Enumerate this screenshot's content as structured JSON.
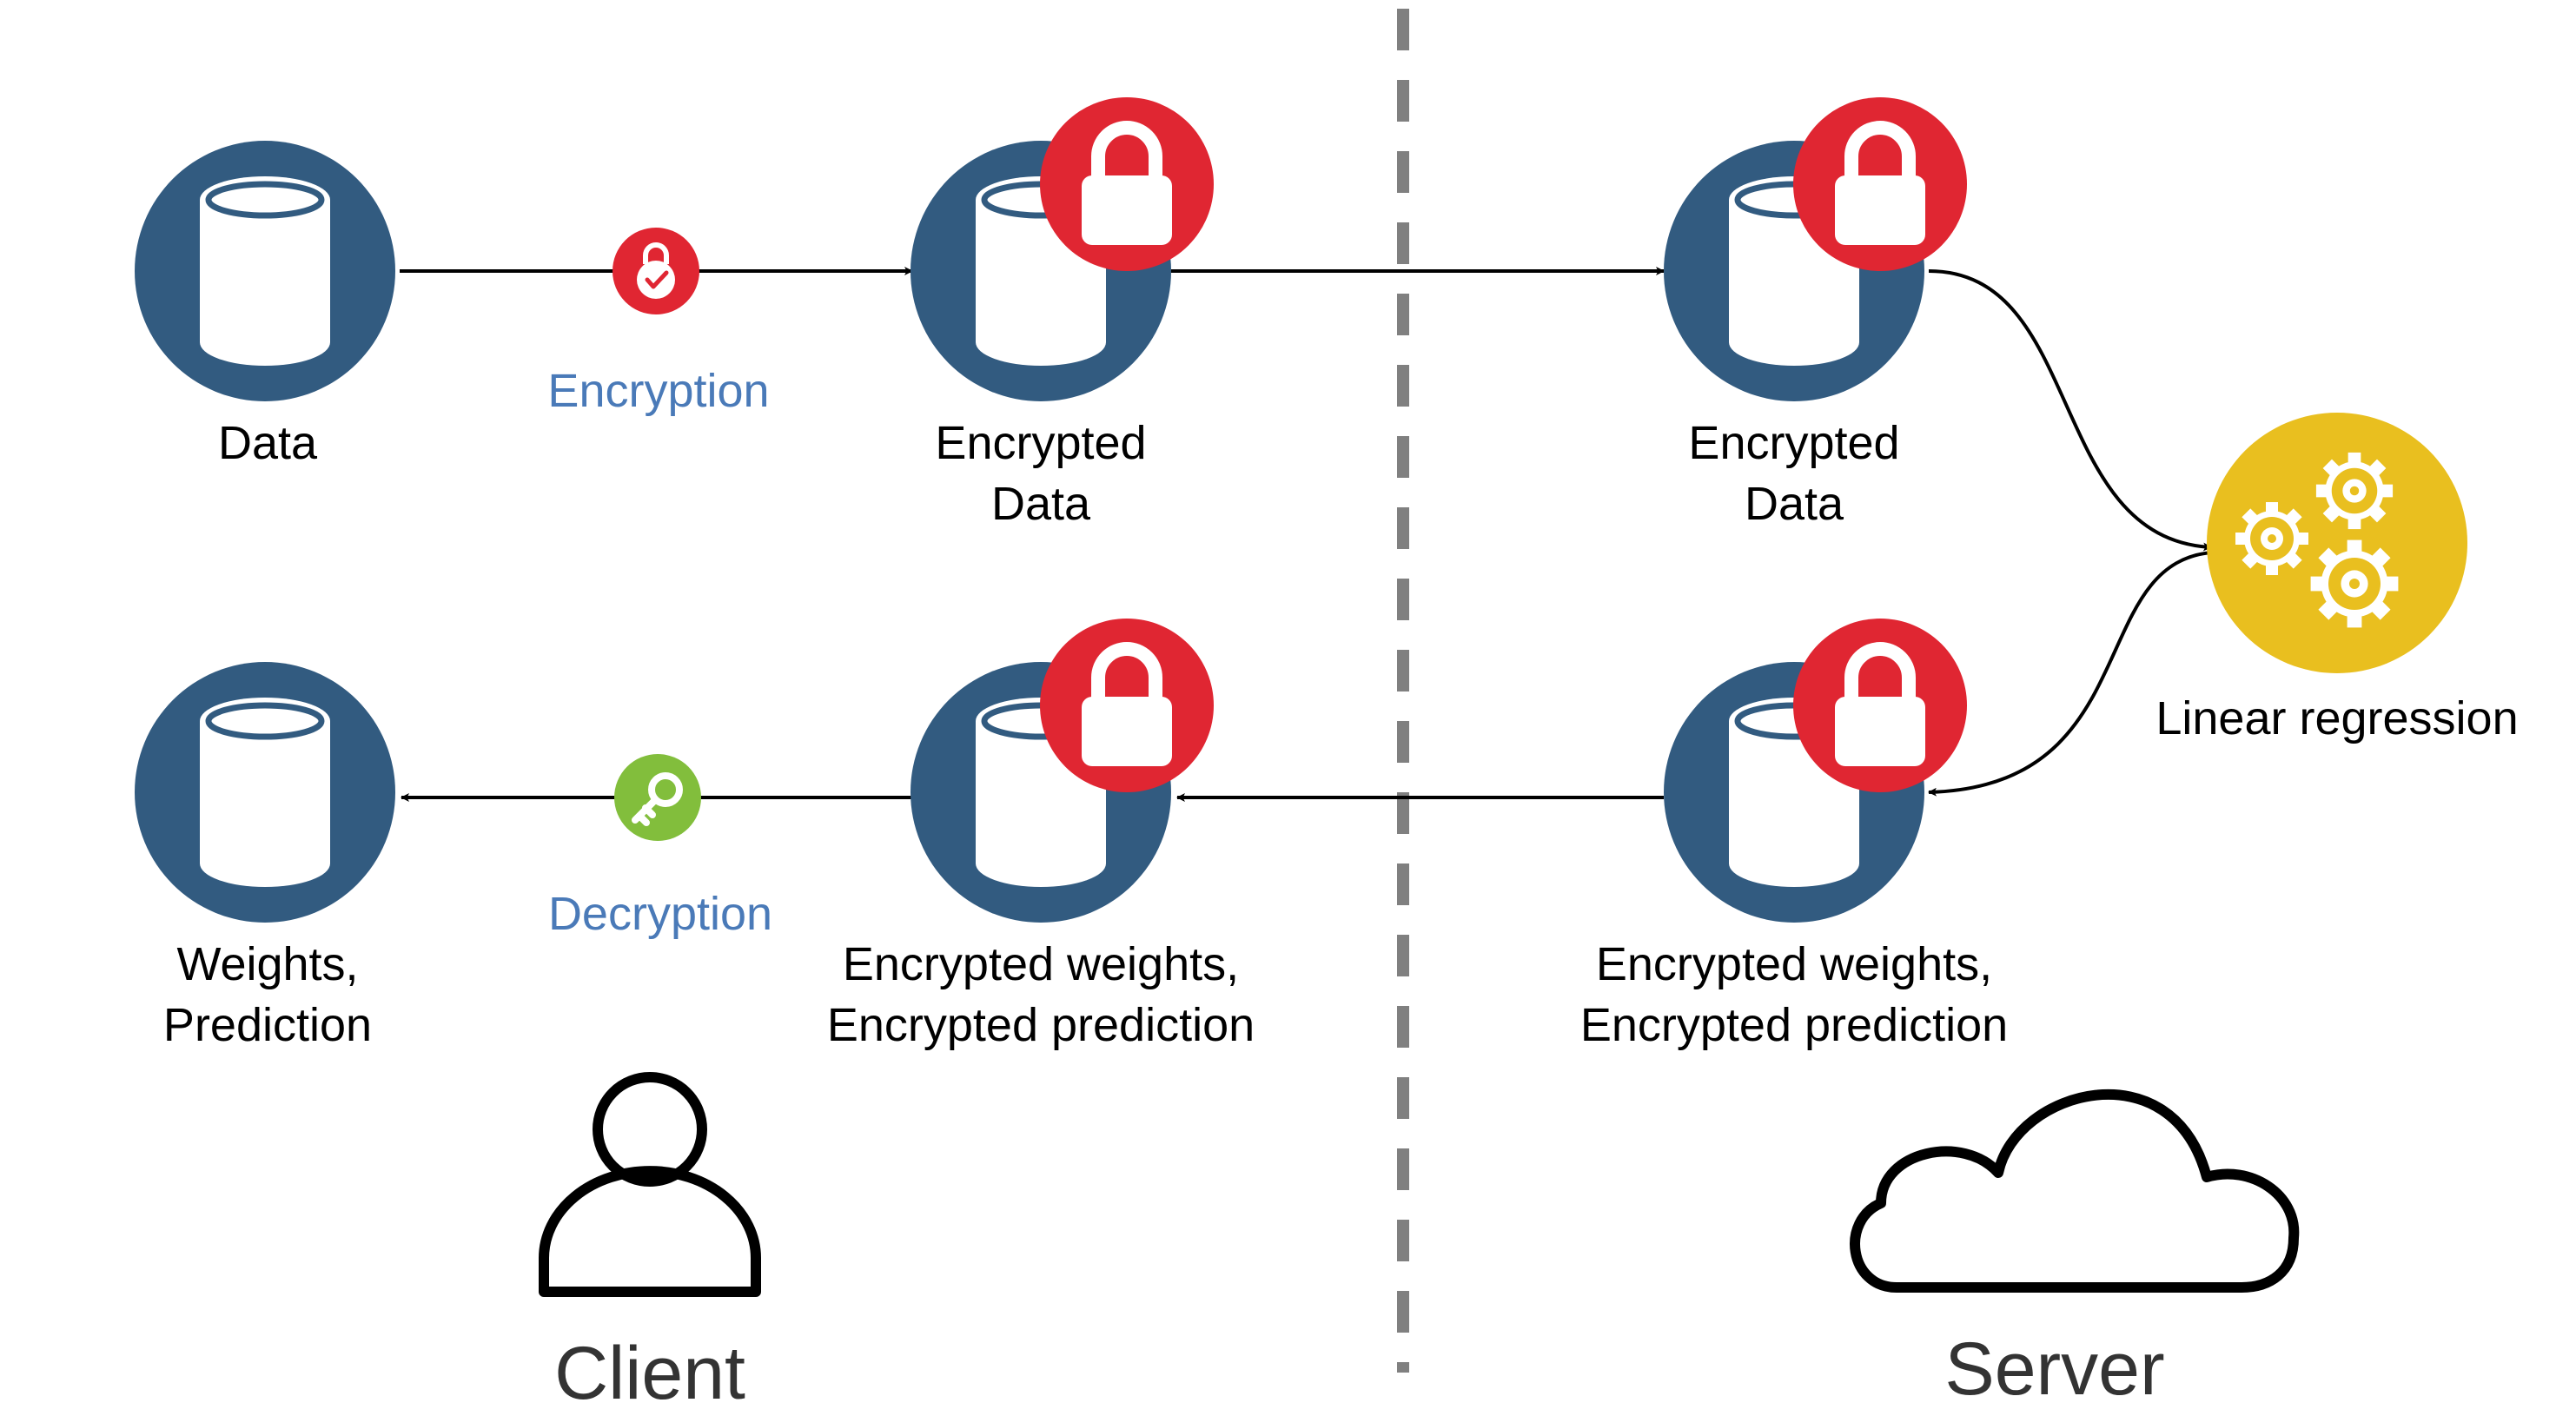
{
  "colors": {
    "db_fill": "#325b80",
    "lock_red": "#e02632",
    "key_green": "#82be3c",
    "gear_yellow": "#e9bf1f",
    "label_blue": "#4a7ab8",
    "divider_gray": "#808080",
    "footer_text": "#333333"
  },
  "nodes": {
    "data": {
      "label_lines": [
        "Data"
      ]
    },
    "client_encrypted_data": {
      "label_lines": [
        "Encrypted",
        "Data"
      ]
    },
    "server_encrypted_data": {
      "label_lines": [
        "Encrypted",
        "Data"
      ]
    },
    "linear_regression": {
      "label_lines": [
        "Linear regression"
      ]
    },
    "server_encrypted_results": {
      "label_lines": [
        "Encrypted weights,",
        "Encrypted prediction"
      ]
    },
    "client_encrypted_results": {
      "label_lines": [
        "Encrypted weights,",
        "Encrypted prediction"
      ]
    },
    "weights_prediction": {
      "label_lines": [
        "Weights,",
        "Prediction"
      ]
    }
  },
  "edges": {
    "encryption_label": "Encryption",
    "decryption_label": "Decryption"
  },
  "sides": {
    "client": "Client",
    "server": "Server"
  },
  "icons": {
    "database": "database-icon",
    "lock": "lock-icon",
    "lock_check": "lock-check-icon",
    "key": "key-icon",
    "gears": "gears-icon",
    "user": "user-icon",
    "cloud": "cloud-icon"
  }
}
